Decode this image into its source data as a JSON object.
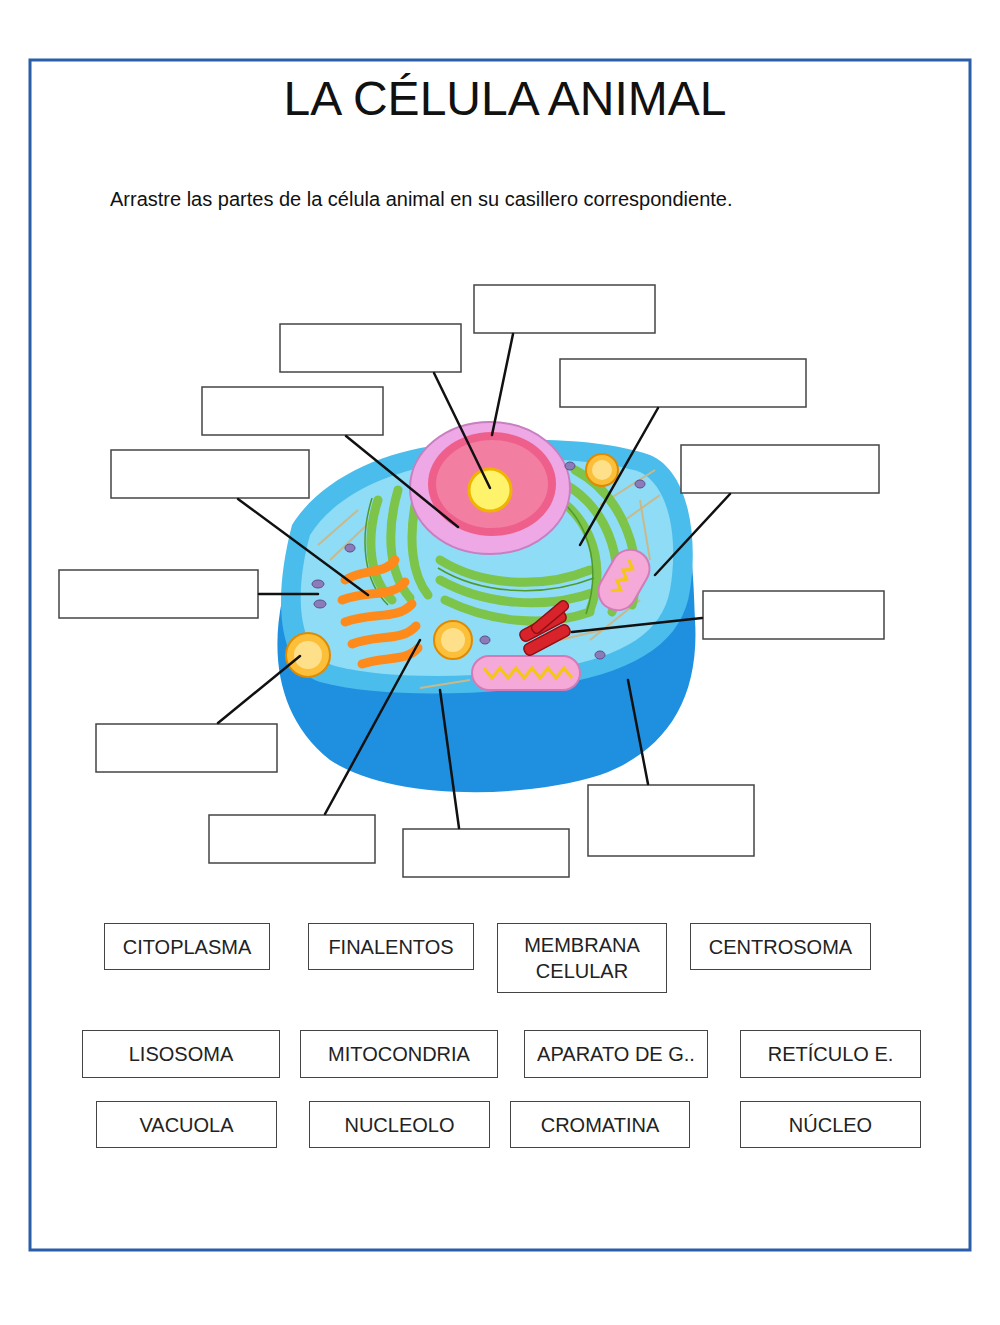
{
  "diagram": {
    "title": "LA CÉLULA ANIMAL",
    "nodes": [
      {
        "text": [
          "CITOPLASMA"
        ]
      },
      {
        "text": [
          "FINALENTOS"
        ]
      },
      {
        "text": [
          "MEMBRANA CELULAR"
        ]
      },
      {
        "text": [
          "CENTROSOMA"
        ]
      },
      {
        "text": [
          "LISOSOMA"
        ]
      },
      {
        "text": [
          "MITOCONDRIA"
        ]
      },
      {
        "text": [
          "APARATO DE G.."
        ]
      },
      {
        "text": [
          "RETÍCULO E."
        ]
      },
      {
        "text": [
          "VACUOLA"
        ]
      },
      {
        "text": [
          "NUCLEOLO"
        ]
      },
      {
        "text": [
          "CROMATINA"
        ]
      },
      {
        "text": [
          "NÚCLEO"
        ]
      }
    ],
    "labels": [
      "Arrastre las partes de la célula animal en su casillero correspondiente."
    ]
  }
}
